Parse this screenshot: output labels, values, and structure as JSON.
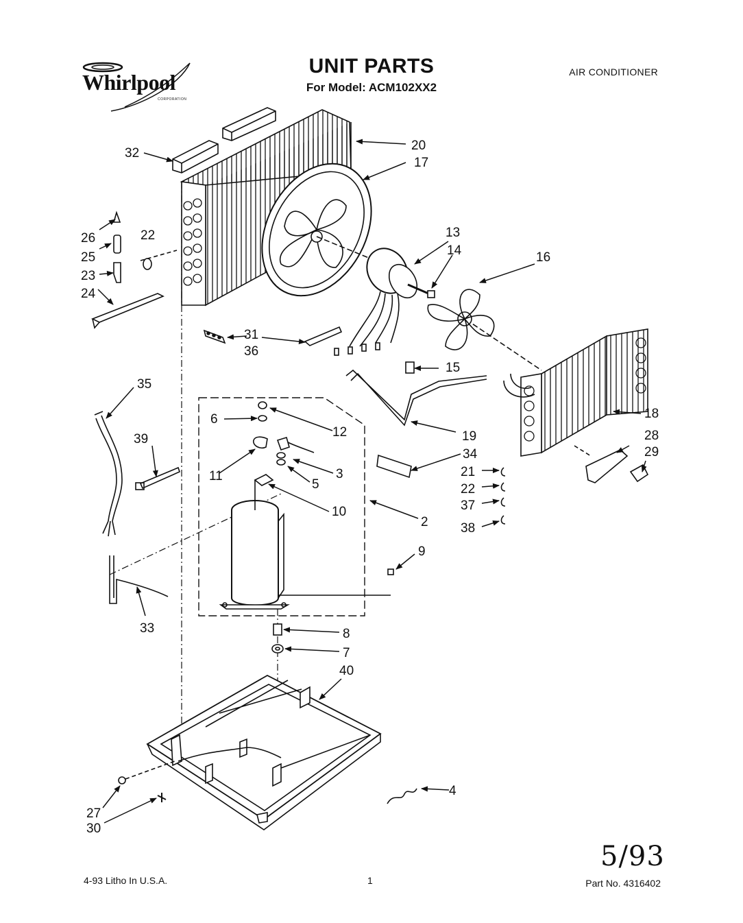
{
  "header": {
    "brand": "Whirlpool",
    "brand_sub": "CORPORATION",
    "title": "UNIT PARTS",
    "model_line": "For Model: ACM102XX2",
    "category": "AIR CONDITIONER"
  },
  "callouts": {
    "c2": "2",
    "c3": "3",
    "c4": "4",
    "c5": "5",
    "c6": "6",
    "c7": "7",
    "c8": "8",
    "c9": "9",
    "c10": "10",
    "c11": "11",
    "c12": "12",
    "c13": "13",
    "c14": "14",
    "c15": "15",
    "c16": "16",
    "c17": "17",
    "c18": "18",
    "c19": "19",
    "c20": "20",
    "c21": "21",
    "c22a": "22",
    "c22b": "22",
    "c23": "23",
    "c24": "24",
    "c25": "25",
    "c26": "26",
    "c27": "27",
    "c28": "28",
    "c29": "29",
    "c30": "30",
    "c31": "31",
    "c32": "32",
    "c33": "33",
    "c34": "34",
    "c35": "35",
    "c36": "36",
    "c37": "37",
    "c38": "38",
    "c39": "39",
    "c40": "40"
  },
  "footer": {
    "litho": "4-93 Litho In U.S.A.",
    "page_number": "1",
    "part_number": "Part No. 4316402",
    "date_handwritten": "5/93"
  }
}
